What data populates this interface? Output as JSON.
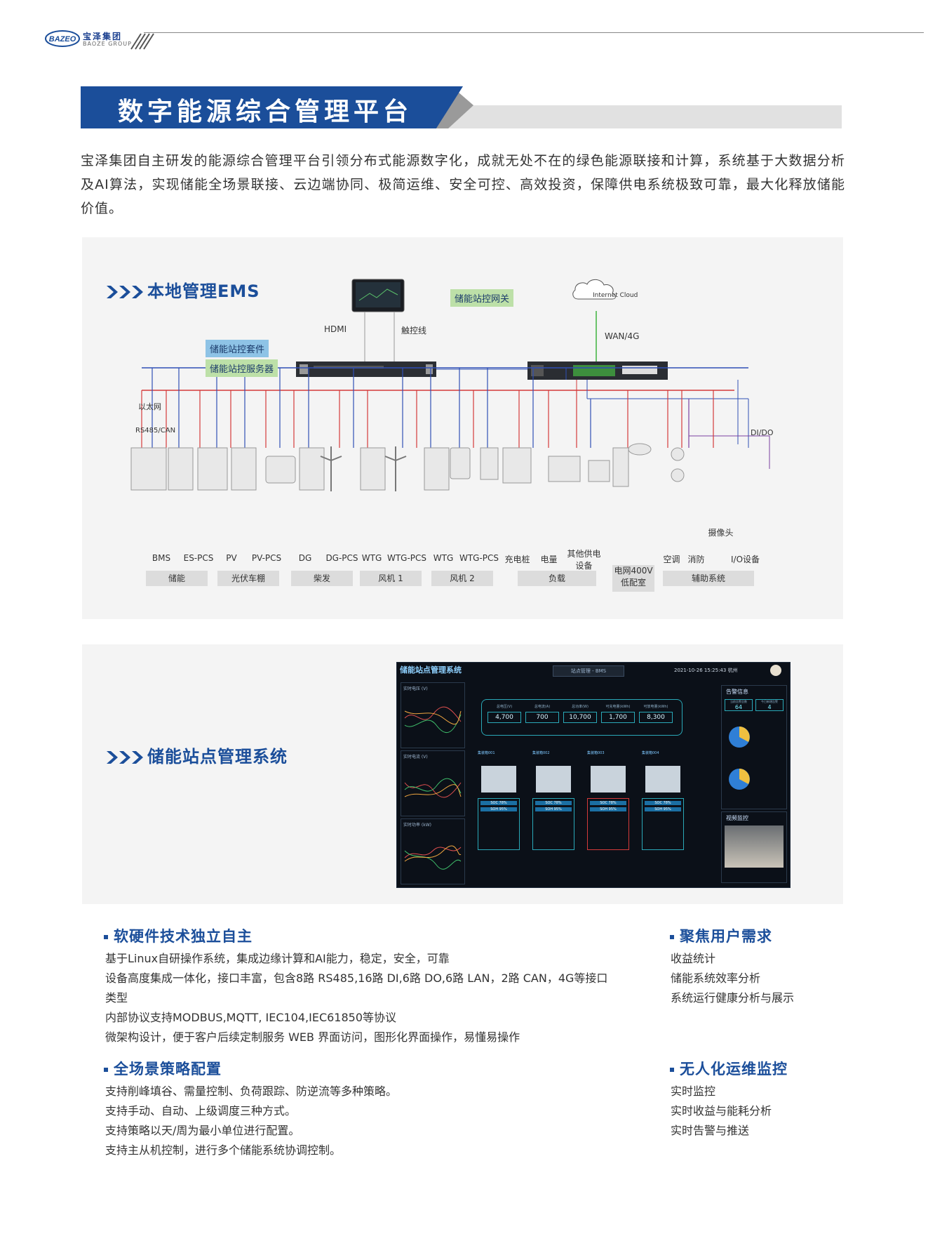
{
  "header": {
    "logo_cn": "宝泽集团",
    "logo_en": "BAOZE GROUP",
    "logo_mark": "BAZEO"
  },
  "banner": {
    "title": "数字能源综合管理平台"
  },
  "intro": "宝泽集团自主研发的能源综合管理平台引领分布式能源数字化，成就无处不在的绿色能源联接和计算，系统基于大数据分析及AI算法，实现储能全场景联接、云边端协同、极简运维、安全可控、高效投资，保障供电系统极致可靠，最大化释放储能价值。",
  "ems": {
    "title": "本地管理EMS",
    "hdmi": "HDMI",
    "touch": "触控线",
    "gateway": "储能站控网关",
    "cloud": "Internet Cloud",
    "wan": "WAN/4G",
    "kit": "储能站控套件",
    "server": "储能站控服务器",
    "ethernet": "以太网",
    "rs485": "RS485/CAN",
    "dido": "DI/DO",
    "devices": [
      "BMS",
      "ES-PCS",
      "PV",
      "PV-PCS",
      "DG",
      "DG-PCS",
      "WTG",
      "WTG-PCS",
      "WTG",
      "WTG-PCS",
      "充电桩",
      "电量",
      "其他供电设备",
      "空调",
      "消防",
      "摄像头",
      "I/O设备"
    ],
    "categories": [
      "储能",
      "光伏车棚",
      "柴发",
      "风机 1",
      "风机 2",
      "负载",
      "电网400V低配室",
      "辅助系统"
    ]
  },
  "station": {
    "title": "储能站点管理系统",
    "dash_title": "储能站点管理系统",
    "dash_select": "站点管理 - BMS",
    "dash_time": "2021-10-26 15:25:43 杭州",
    "chart_titles": [
      "实时电压 (V)",
      "实时电流 (V)",
      "实时功率 (kW)"
    ],
    "kpi_labels": [
      "总电压(V)",
      "总电流(A)",
      "总功率(W)",
      "可充电量(kWh)",
      "可放电量(kWh)"
    ],
    "kpis": [
      "4,700",
      "700",
      "10,700",
      "1,700",
      "8,300"
    ],
    "clusters": [
      "集装箱001",
      "集装箱002",
      "集装箱003",
      "集装箱004"
    ],
    "soc": "SOC 78%",
    "soh": "SOH 95%",
    "alarm_title": "告警信息",
    "alarm_counts": [
      "64",
      "4"
    ],
    "alarm_labels": [
      "当前告警总数",
      "今日新增告警"
    ],
    "video_title": "视频监控"
  },
  "features": [
    {
      "title": "软硬件技术独立自主",
      "lines": [
        "基于Linux自研操作系统，集成边缘计算和AI能力，稳定，安全，可靠",
        "设备高度集成一体化，接口丰富，包含8路 RS485,16路 DI,6路 DO,6路 LAN，2路 CAN，4G等接口类型",
        "内部协议支持MODBUS,MQTT, IEC104,IEC61850等协议",
        "微架构设计，便于客户后续定制服务 WEB 界面访问，图形化界面操作，易懂易操作"
      ]
    },
    {
      "title": "聚焦用户需求",
      "lines": [
        "收益统计",
        "储能系统效率分析",
        "系统运行健康分析与展示"
      ]
    },
    {
      "title": "全场景策略配置",
      "lines": [
        "支持削峰填谷、需量控制、负荷跟踪、防逆流等多种策略。",
        "支持手动、自动、上级调度三种方式。",
        "支持策略以天/周为最小单位进行配置。",
        "支持主从机控制，进行多个储能系统协调控制。"
      ]
    },
    {
      "title": "无人化运维监控",
      "lines": [
        "实时监控",
        "实时收益与能耗分析",
        "实时告警与推送"
      ]
    }
  ],
  "colors": {
    "brand": "#1b4e9a",
    "ethernet": "#2f4fb5",
    "rs485": "#d43a3a",
    "panel": "#f4f4f4"
  }
}
